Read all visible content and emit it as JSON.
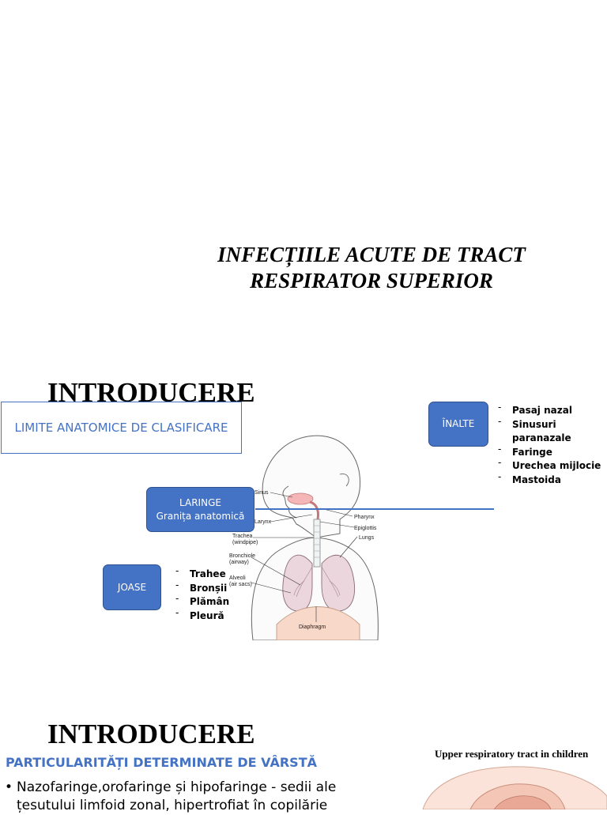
{
  "slide1": {
    "title_line1": "INFECȚIILE ACUTE DE TRACT",
    "title_line2": "RESPIRATOR SUPERIOR"
  },
  "slide2": {
    "heading": "INTRODUCERE",
    "limits_label": "LIMITE ANATOMICE DE CLASIFICARE",
    "upper_box": "ÎNALTE",
    "upper_items": [
      "Pasaj nazal",
      "Sinusuri paranazale",
      "Faringe",
      "Urechea mijlocie",
      "Mastoida"
    ],
    "larynx_box_line1": "LARINGE",
    "larynx_box_line2": "Granița anatomică",
    "lower_box": "JOASE",
    "lower_items": [
      "Trahee",
      "Bronșii",
      "Plămân",
      "Pleură"
    ],
    "diagram_labels": {
      "sinus": "Sinus",
      "larynx": "Larynx",
      "trachea": "Trachea",
      "trachea_sub": "(windpipe)",
      "bronchiole": "Bronchiole",
      "bronchiole_sub": "(airway)",
      "alveoli": "Alveoli",
      "alveoli_sub": "(air sacs)",
      "pharynx": "Pharynx",
      "epiglottis": "Epiglottis",
      "lungs": "Lungs",
      "diaphragm": "Diaphragm"
    }
  },
  "slide3": {
    "heading": "INTRODUCERE",
    "subtitle": "PARTICULARITĂȚI DETERMINATE DE VÂRSTĂ",
    "bullet": "Nazofaringe,orofaringe și hipofaringe - sedii ale țesutului limfoid zonal, hipertrofiat în copilărie",
    "figure_title": "Upper respiratory tract in children"
  }
}
